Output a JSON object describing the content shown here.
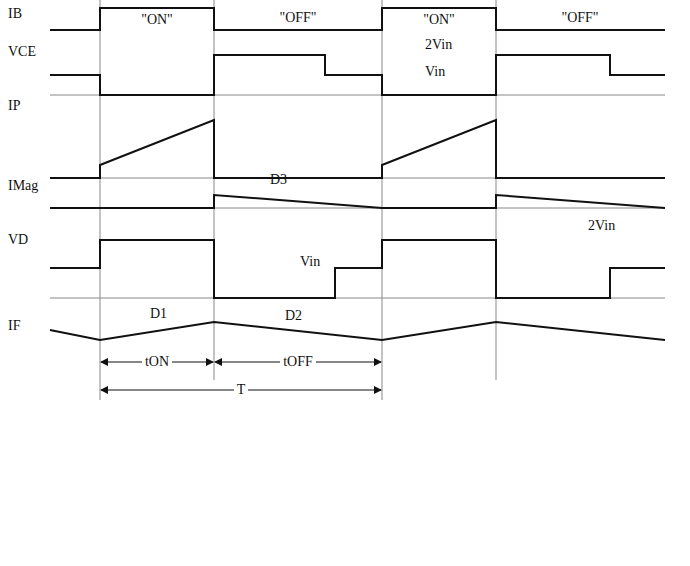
{
  "diagram": {
    "labels": [
      "IB",
      "\"ON\"",
      "\"OFF\"",
      "\"ON\"",
      "\"OFF\"",
      "VCE",
      "2Vin",
      "Vin",
      "IP",
      "IMag",
      "D3",
      "VD",
      "2Vin",
      "Vin",
      "IF",
      "D1",
      "D2",
      "tON",
      "tOFF",
      "T"
    ]
  }
}
